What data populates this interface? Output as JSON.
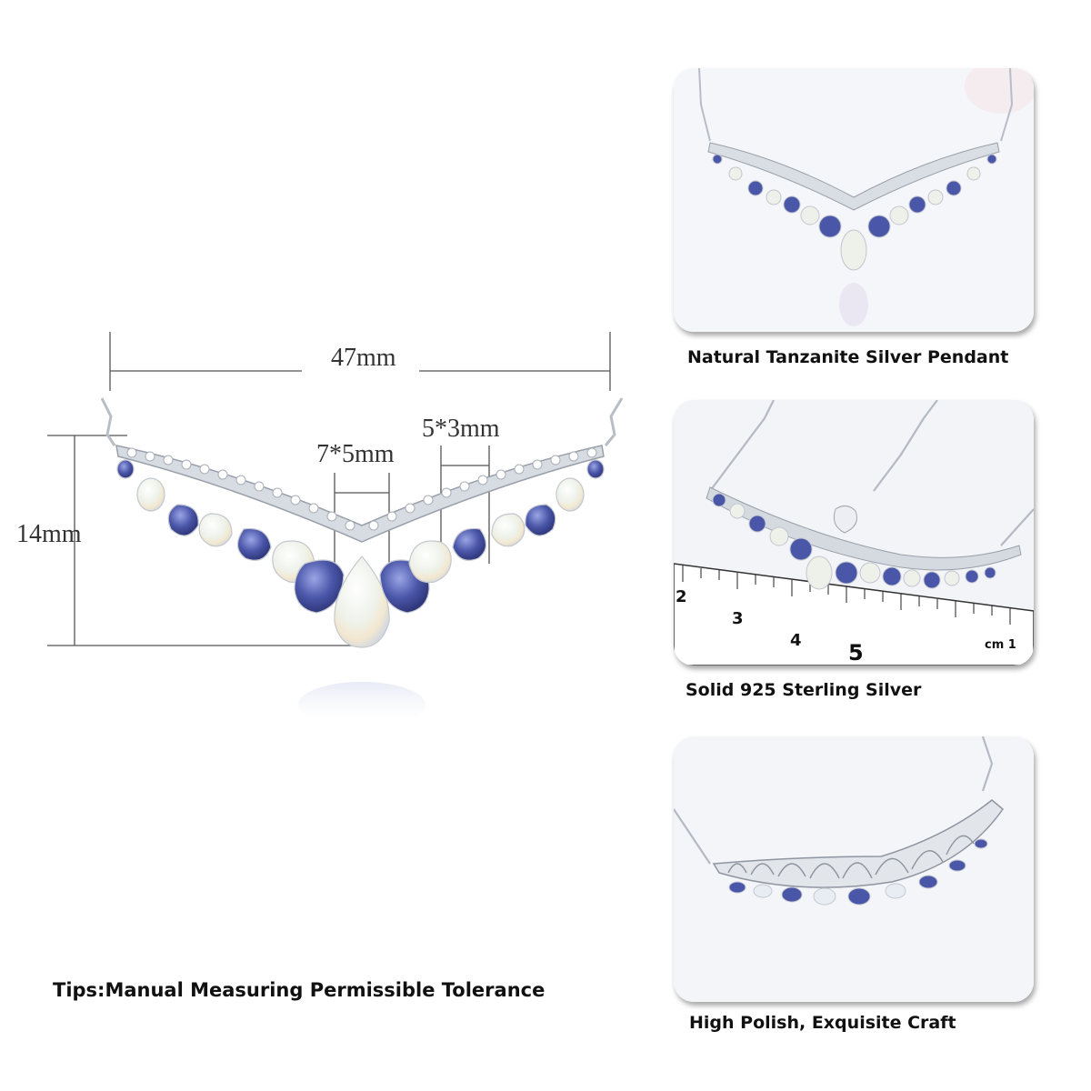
{
  "dimensions": {
    "width": "47mm",
    "height": "14mm",
    "center_stone": "7*5mm",
    "side_stone": "5*3mm"
  },
  "cards": [
    {
      "caption": "Natural Tanzanite Silver Pendant",
      "view": "front-view-photo"
    },
    {
      "caption": "Solid 925 Sterling Silver",
      "view": "ruler-scale-photo"
    },
    {
      "caption": "High Polish, Exquisite Craft",
      "view": "side-view-photo"
    }
  ],
  "ruler": {
    "numbers": [
      "2",
      "3",
      "4",
      "5"
    ],
    "unit": "cm 1"
  },
  "tips": "Tips:Manual Measuring Permissible Tolerance",
  "colors": {
    "tanzanite": "#4a56a8",
    "opal": "#e9eef0",
    "silver": "#c8ccd4",
    "caption_text": "#111111"
  }
}
